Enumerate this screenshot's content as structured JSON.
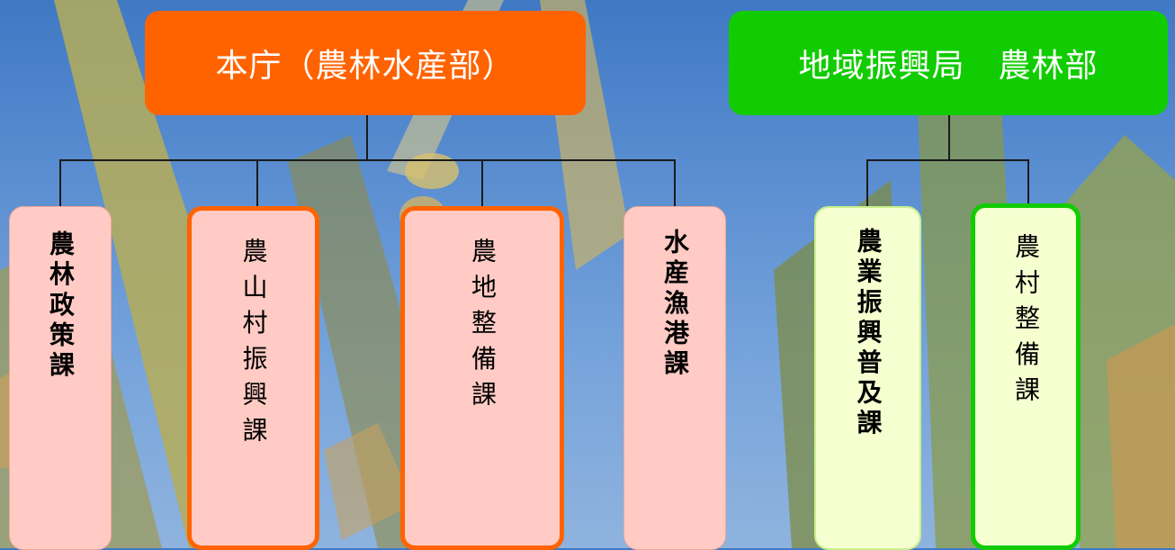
{
  "background": {
    "description_icon": "rice-plant-background"
  },
  "colors": {
    "honcho": "#ff6300",
    "chiiki": "#11cc00",
    "pink_box": "#ffcbc4",
    "green_box": "#f5ffd0"
  },
  "headers": {
    "honcho": "本庁（農林水産部）",
    "chiiki": "地域振興局　農林部"
  },
  "boxes": {
    "seisaku": "農林政策課",
    "sanson": "農山村振興課",
    "seibi": "農地整備課",
    "suisan": "水産漁港課",
    "fukyu": "農業振興普及課",
    "sonsei": "農村整備課"
  }
}
